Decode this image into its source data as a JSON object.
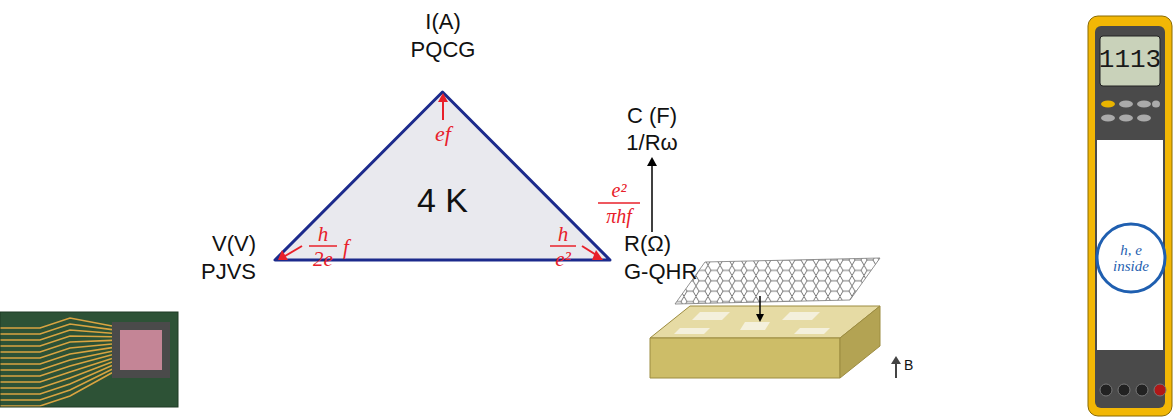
{
  "diagram": {
    "nodes": [
      {
        "text": [
          "4 K"
        ]
      },
      {
        "text": [
          "h, e inside"
        ]
      }
    ],
    "labels": [
      "I(A)",
      "PQCG",
      "ef",
      "h",
      "2e",
      "f",
      "h",
      "e²",
      "V(V)",
      "PJVS",
      "R(Ω)",
      "G-QHR",
      "C (F)",
      "1/Rω",
      "e²",
      "πhf",
      "B",
      "1113"
    ]
  }
}
